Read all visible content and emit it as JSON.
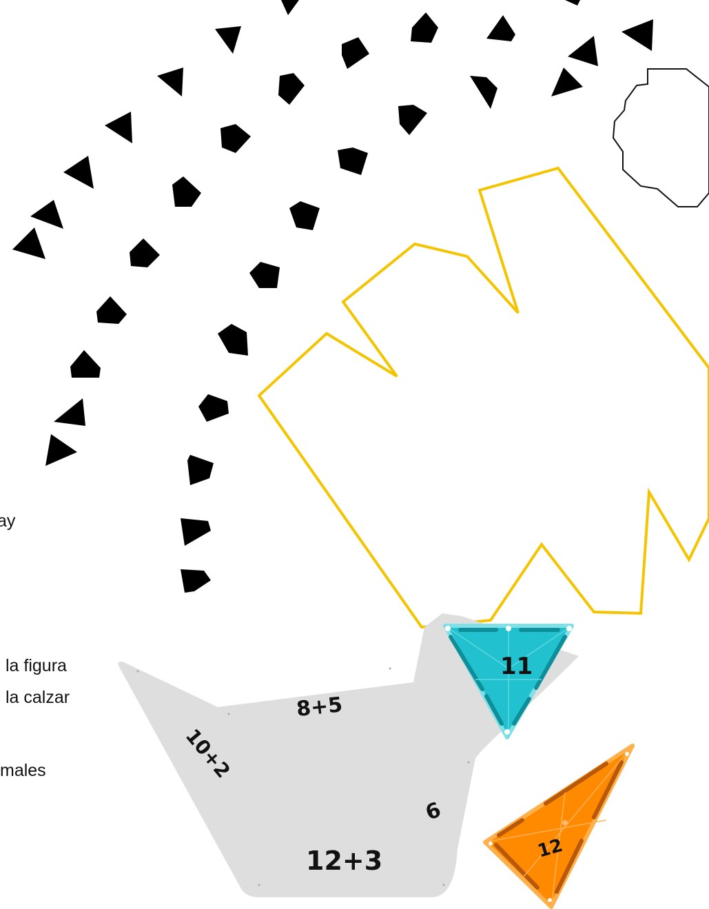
{
  "instructions": {
    "line1": "ay",
    "line2": "la figura",
    "line3": "la calzar",
    "line4": "males"
  },
  "handwritten_labels": {
    "gray_top": "8+5",
    "gray_left": "10+2",
    "gray_right": "6",
    "gray_bottom": "12+3",
    "teal_triangle": "11",
    "orange_triangle": "12"
  },
  "colors": {
    "dots": "#000000",
    "yellow_outline": "#f5c400",
    "dark_outline": "#111111",
    "gray_tile": "#dedede",
    "teal_tile": "#22c1cf",
    "teal_dark": "#0e8e98",
    "orange_tile": "#ff8a00",
    "orange_dark": "#b8580a"
  }
}
